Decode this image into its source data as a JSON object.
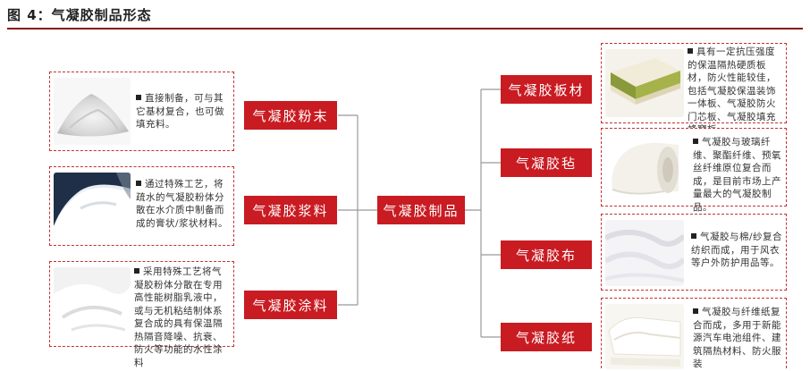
{
  "figure_title": "图 4：气凝胶制品形态",
  "center": {
    "label": "气凝胶制品"
  },
  "left_items": [
    {
      "label": "气凝胶粉末",
      "desc": "直接制备，可与其它基材复合，也可做填充料。"
    },
    {
      "label": "气凝胶浆料",
      "desc": "通过特殊工艺，将疏水的气凝胶粉体分散在水介质中制备而成的膏状/浆状材料。"
    },
    {
      "label": "气凝胶涂料",
      "desc": "采用特殊工艺将气凝胶粉体分散在专用高性能树脂乳液中，或与无机粘结制体系复合成的具有保温隔热隔音降噪、抗衰、防火等功能的水性涂料"
    }
  ],
  "right_items": [
    {
      "label": "气凝胶板材",
      "desc": "具有一定抗压强度的保温隔热硬质板材，防火性能较佳，包括气凝胶保温装饰一体板、气凝胶防火门芯板、气凝胶填充蜂窝板。"
    },
    {
      "label": "气凝胶毡",
      "desc": "气凝胶与玻璃纤维、聚酯纤维、预氧丝纤维原位复合而成，是目前市场上产量最大的气凝胶制品。"
    },
    {
      "label": "气凝胶布",
      "desc": "气凝胶与棉/纱复合纺织而成，用于风衣等户外防护用品等。"
    },
    {
      "label": "气凝胶纸",
      "desc": "气凝胶与纤维纸复合而成，多用于新能源汽车电池组件、建筑隔热材料、防火服装"
    }
  ],
  "colors": {
    "accent": "#c91b22",
    "dashed_border": "#c43030",
    "title_rule": "#8a1a1a"
  }
}
